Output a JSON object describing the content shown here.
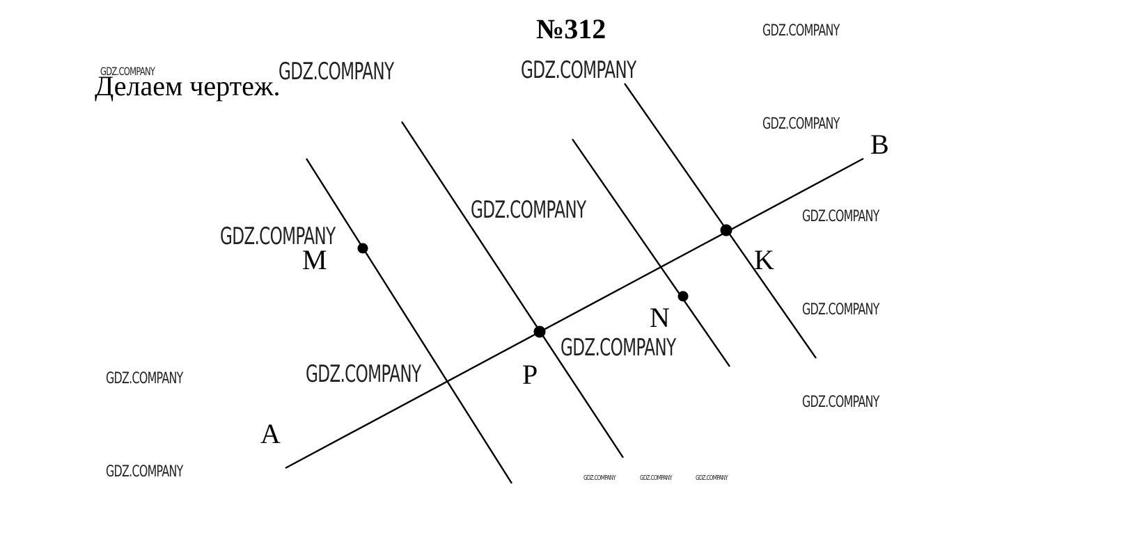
{
  "problem_number": "№312",
  "caption": "Делаем чертеж.",
  "watermark": "GDZ.COMPANY",
  "points": {
    "A": "A",
    "B": "B",
    "M": "M",
    "P": "P",
    "N": "N",
    "K": "K"
  }
}
